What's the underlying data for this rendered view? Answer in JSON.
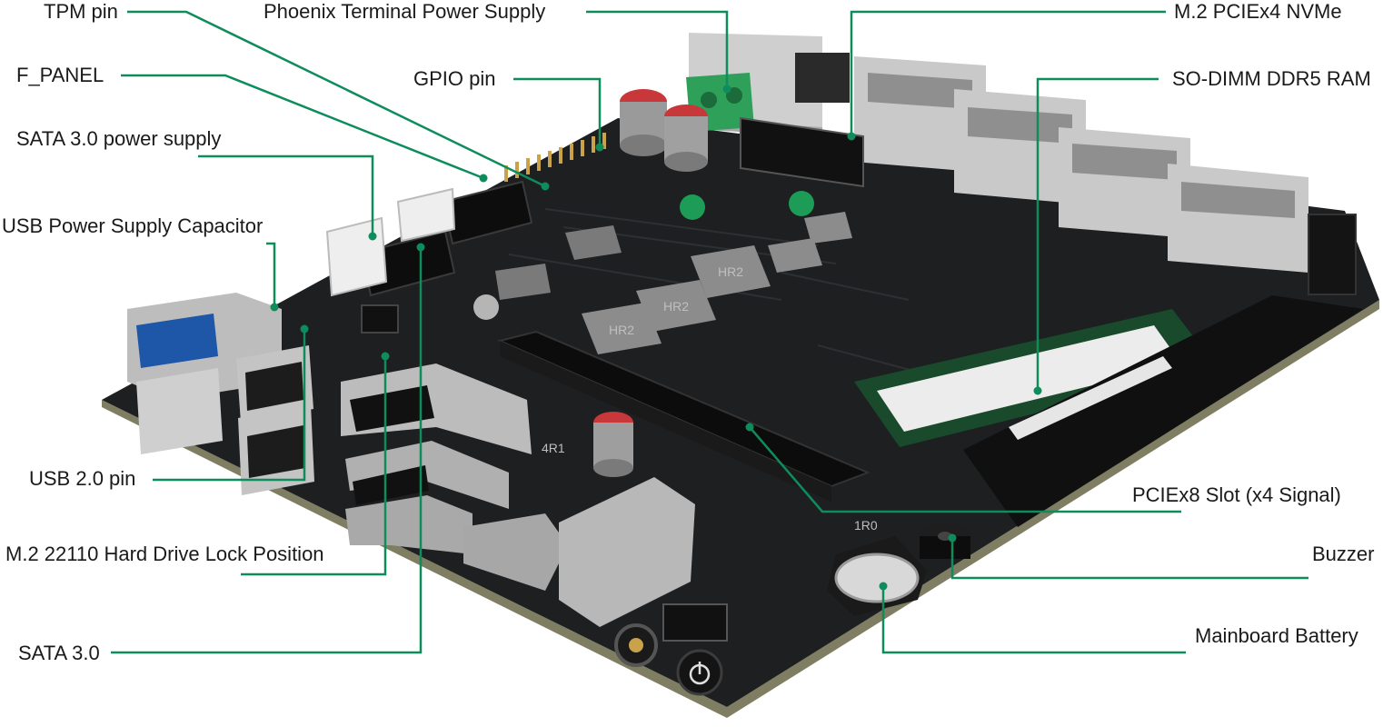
{
  "labels": {
    "tpm": "TPM pin",
    "phoenix": "Phoenix Terminal Power Supply",
    "m2_nvme": "M.2 PCIEx4 NVMe",
    "f_panel": "F_PANEL",
    "gpio": "GPIO pin",
    "sodimm": "SO-DIMM DDR5 RAM",
    "sata_power": "SATA 3.0 power supply",
    "usb_cap": "USB Power Supply Capacitor",
    "usb2": "USB 2.0 pin",
    "pcie": "PCIEx8 Slot (x4 Signal)",
    "buzzer": "Buzzer",
    "m2_lock": "M.2 22110 Hard Drive Lock Position",
    "battery": "Mainboard Battery",
    "sata3": "SATA 3.0"
  },
  "colors": {
    "leader": "#0e8c5c",
    "board": "#1d1f21",
    "board_edge": "#8a8a6a",
    "pcb_text": "#ffffff"
  },
  "board_text": {
    "chip1": "HR2",
    "chip2": "HR2",
    "chip3": "HR2",
    "chip4": "4R1",
    "chip5": "1R0"
  }
}
